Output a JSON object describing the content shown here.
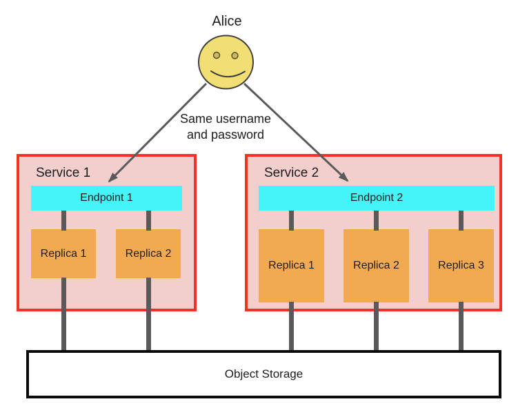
{
  "actor": {
    "label": "Alice",
    "icon": "smiley-face-icon"
  },
  "annotation": {
    "line1": "Same username",
    "line2": "and password"
  },
  "services": [
    {
      "name": "Service 1",
      "endpoint": "Endpoint 1",
      "replicas": [
        "Replica 1",
        "Replica 2"
      ]
    },
    {
      "name": "Service 2",
      "endpoint": "Endpoint 2",
      "replicas": [
        "Replica 1",
        "Replica 2",
        "Replica 3"
      ]
    }
  ],
  "storage": {
    "label": "Object Storage"
  },
  "colors": {
    "service-fill": "#f2cecc",
    "service-border": "#f03323",
    "endpoint-fill": "#45f4f6",
    "replica-fill": "#f2aa52",
    "face-fill": "#f1df74",
    "line-gray": "#5a5a5a",
    "text-dark": "#1c1c1c",
    "storage-border": "#0a0a0a"
  }
}
